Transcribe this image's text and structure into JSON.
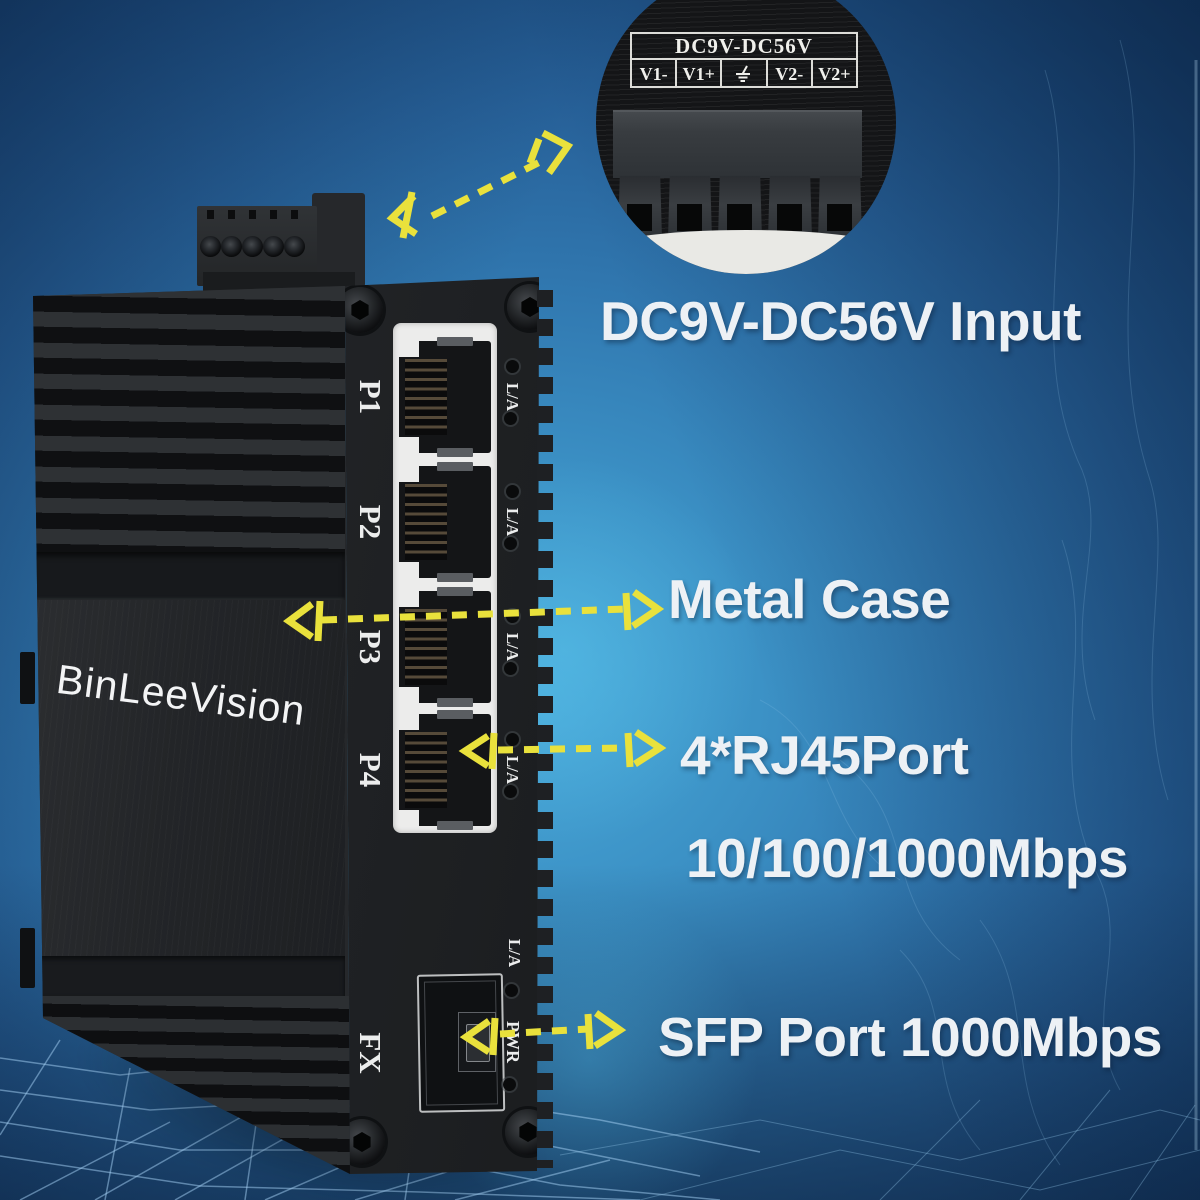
{
  "annotations": {
    "power_input": "DC9V-DC56V Input",
    "metal_case": "Metal Case",
    "rj45_ports": "4*RJ45Port",
    "rj45_speed": "10/100/1000Mbps",
    "sfp_port": "SFP Port 1000Mbps"
  },
  "inset": {
    "voltage_range": "DC9V-DC56V",
    "terminals": [
      {
        "label": "V1-"
      },
      {
        "label": "V1+"
      },
      {
        "icon": "earth-ground"
      },
      {
        "label": "V2-"
      },
      {
        "label": "V2+"
      }
    ]
  },
  "device": {
    "brand": "BinLeeVision",
    "ports": [
      {
        "label": "P1"
      },
      {
        "label": "P2"
      },
      {
        "label": "P3"
      },
      {
        "label": "P4"
      }
    ],
    "led_label": "L/A",
    "fiber_port_label": "FX",
    "power_led_label": "PWR"
  },
  "colors": {
    "arrow_yellow": "#e9e13c",
    "annotation_text": "#edf1f5",
    "sky_blue": "#3b93c9",
    "deep_navy": "#0e2c50",
    "device_black": "#1d1f22",
    "bezel_white": "#ececeb"
  }
}
